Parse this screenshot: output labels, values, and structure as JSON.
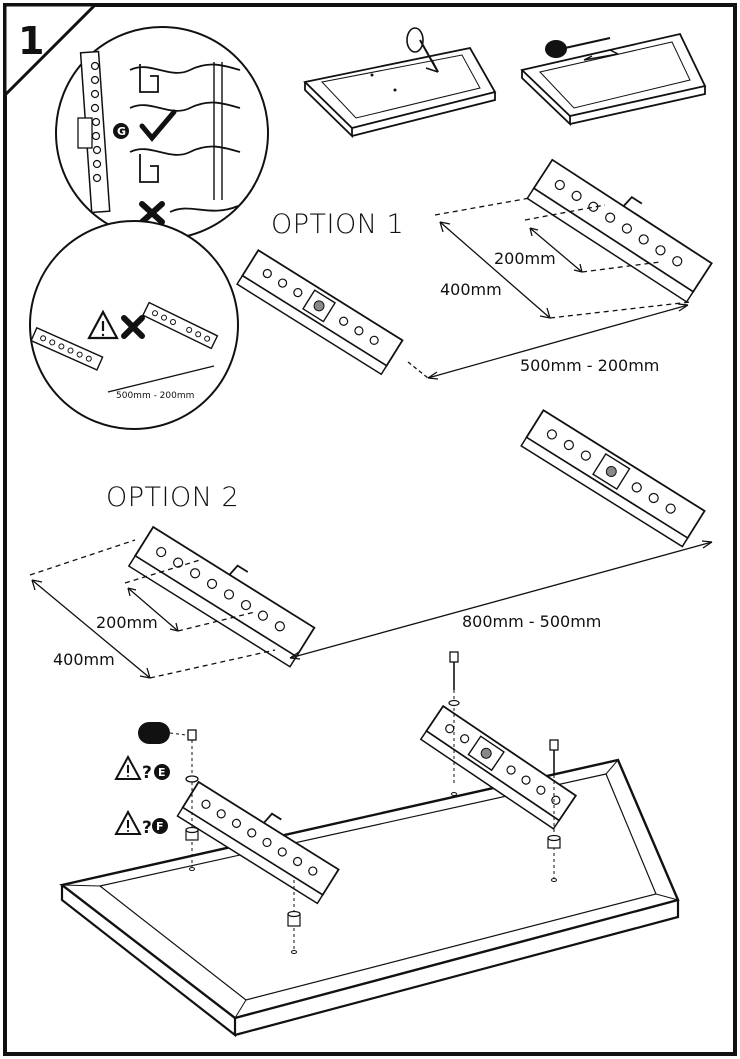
{
  "step": {
    "number": "1"
  },
  "options": {
    "option1": "OPTION 1",
    "option2": "OPTION 2"
  },
  "dimensions": {
    "opt1_inner": "200mm",
    "opt1_outer": "400mm",
    "opt1_span": "500mm - 200mm",
    "opt2_inner": "200mm",
    "opt2_outer": "400mm",
    "opt2_span": "800mm - 500mm",
    "warning_span": "500mm - 200mm"
  },
  "badges": {
    "g": "G",
    "e": "E",
    "f": "F",
    "question": "?"
  },
  "colors": {
    "ink": "#111111",
    "paper": "#ffffff",
    "panel": "#f4f4f4"
  },
  "icons": [
    "checkmark-icon",
    "cross-icon",
    "warning-triangle-icon",
    "bolt-icon",
    "washer-icon",
    "spacer-icon",
    "cap-icon",
    "tape-measure-icon"
  ]
}
